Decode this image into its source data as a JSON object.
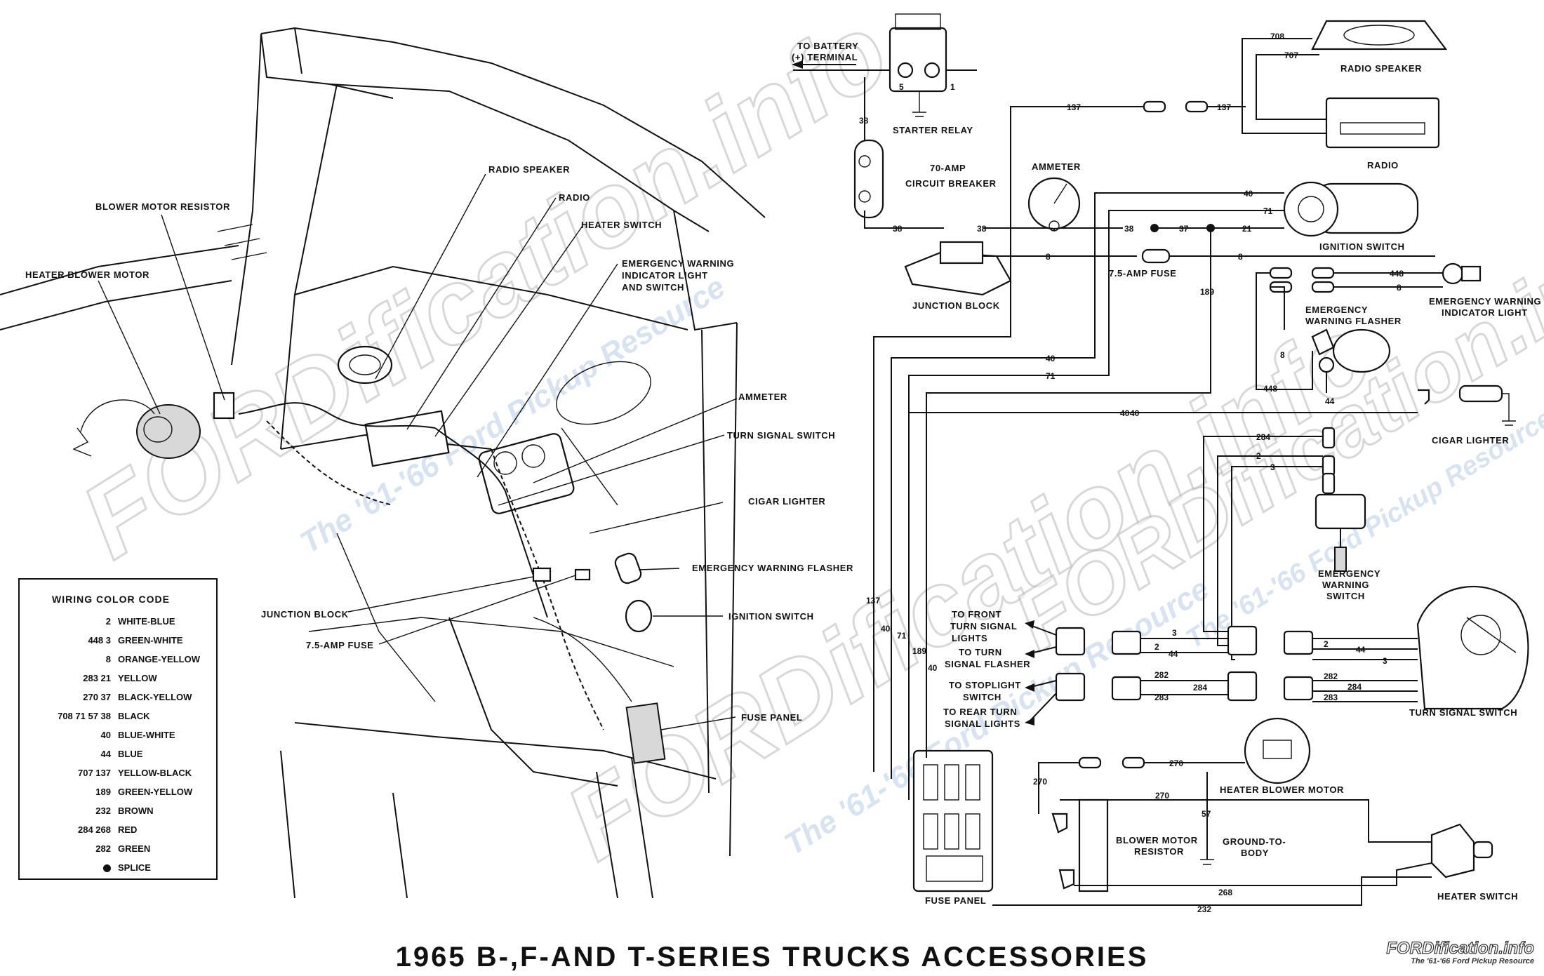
{
  "title": "1965 B-,F-AND T-SERIES TRUCKS ACCESSORIES",
  "brand": {
    "name": "FORDification.info",
    "tagline": "The '61-'66 Ford Pickup Resource"
  },
  "watermark": {
    "text": "FORDification.info",
    "tagline": "The '61-'66 Ford Pickup Resource"
  },
  "legend": {
    "title": "WIRING COLOR CODE",
    "rows": [
      {
        "codes": "2",
        "color": "WHITE-BLUE"
      },
      {
        "codes": "448  3",
        "color": "GREEN-WHITE"
      },
      {
        "codes": "8",
        "color": "ORANGE-YELLOW"
      },
      {
        "codes": "283  21",
        "color": "YELLOW"
      },
      {
        "codes": "270  37",
        "color": "BLACK-YELLOW"
      },
      {
        "codes": "708  71  57  38",
        "color": "BLACK"
      },
      {
        "codes": "40",
        "color": "BLUE-WHITE"
      },
      {
        "codes": "44",
        "color": "BLUE"
      },
      {
        "codes": "707  137",
        "color": "YELLOW-BLACK"
      },
      {
        "codes": "189",
        "color": "GREEN-YELLOW"
      },
      {
        "codes": "232",
        "color": "BROWN"
      },
      {
        "codes": "284  268",
        "color": "RED"
      },
      {
        "codes": "282",
        "color": "GREEN"
      },
      {
        "codes": "",
        "color": "SPLICE"
      }
    ]
  },
  "left_labels": {
    "radio_speaker": "RADIO SPEAKER",
    "radio": "RADIO",
    "blower_motor_resistor": "BLOWER MOTOR RESISTOR",
    "heater_switch": "HEATER SWITCH",
    "heater_blower_motor": "HEATER BLOWER MOTOR",
    "emergency_light_1": "EMERGENCY WARNING",
    "emergency_light_2": "INDICATOR LIGHT",
    "emergency_light_3": "AND SWITCH",
    "ammeter": "AMMETER",
    "turn_signal_switch": "TURN SIGNAL SWITCH",
    "cigar_lighter": "CIGAR LIGHTER",
    "emergency_flasher": "EMERGENCY WARNING FLASHER",
    "junction_block": "JUNCTION  BLOCK",
    "ignition_switch": "IGNITION SWITCH",
    "fuse": "7.5-AMP FUSE",
    "fuse_panel": "FUSE PANEL"
  },
  "right_labels": {
    "to_battery_1": "TO BATTERY",
    "to_battery_2": "(+)  TERMINAL",
    "starter_relay": "STARTER RELAY",
    "breaker_1": "70-AMP",
    "breaker_2": "CIRCUIT BREAKER",
    "radio_speaker": "RADIO SPEAKER",
    "radio": "RADIO",
    "ammeter": "AMMETER",
    "ignition_switch": "IGNITION SWITCH",
    "junction_block": "JUNCTION BLOCK",
    "fuse": "7.5-AMP  FUSE",
    "emer_light_1": "EMERGENCY WARNING",
    "emer_light_2": "INDICATOR LIGHT",
    "emer_flasher_1": "EMERGENCY",
    "emer_flasher_2": "WARNING FLASHER",
    "cigar_lighter": "CIGAR LIGHTER",
    "emer_switch_1": "EMERGENCY",
    "emer_switch_2": "WARNING",
    "emer_switch_3": "SWITCH",
    "front_turn_1": "TO  FRONT",
    "front_turn_2": "TURN SIGNAL",
    "front_turn_3": "LIGHTS",
    "turn_flasher_1": "TO TURN",
    "turn_flasher_2": "SIGNAL FLASHER",
    "stoplight_1": "TO STOPLIGHT",
    "stoplight_2": "SWITCH",
    "rear_turn_1": "TO REAR  TURN",
    "rear_turn_2": "SIGNAL LIGHTS",
    "turn_signal_switch": "TURN SIGNAL SWITCH",
    "heater_blower_motor": "HEATER BLOWER MOTOR",
    "blower_resistor_1": "BLOWER MOTOR",
    "blower_resistor_2": "RESISTOR",
    "ground_1": "GROUND-TO-",
    "ground_2": "BODY",
    "fuse_panel": "FUSE PANEL",
    "heater_switch": "HEATER SWITCH"
  },
  "wire_numbers": {
    "w38a": "38",
    "w38b": "38",
    "w38c": "38",
    "w38d": "38",
    "w137a": "137",
    "w137b": "137",
    "w137c": "137",
    "w708": "708",
    "w707": "707",
    "w40a": "40",
    "w40b": "40",
    "w40c": "40",
    "w40d": "40",
    "w40e": "40",
    "w40f": "40",
    "w71a": "71",
    "w71b": "71",
    "w71c": "71",
    "w21": "21",
    "w37": "37",
    "w8a": "8",
    "w8b": "8",
    "w8c": "8",
    "w8d": "8",
    "w448a": "448",
    "w448b": "448",
    "w189a": "189",
    "w189b": "189",
    "w44a": "44",
    "w44b": "44",
    "w44c": "44",
    "w284a": "284",
    "w284b": "284",
    "w284c": "284",
    "w2a": "2",
    "w2b": "2",
    "w2c": "2",
    "w3a": "3",
    "w3b": "3",
    "w3c": "3",
    "w282a": "282",
    "w282b": "282",
    "w283a": "283",
    "w283b": "283",
    "w270a": "270",
    "w270b": "270",
    "w270c": "270",
    "w57": "57",
    "w268": "268",
    "w232": "232"
  },
  "terminal_numbers": {
    "t5": "5",
    "t1": "1"
  }
}
